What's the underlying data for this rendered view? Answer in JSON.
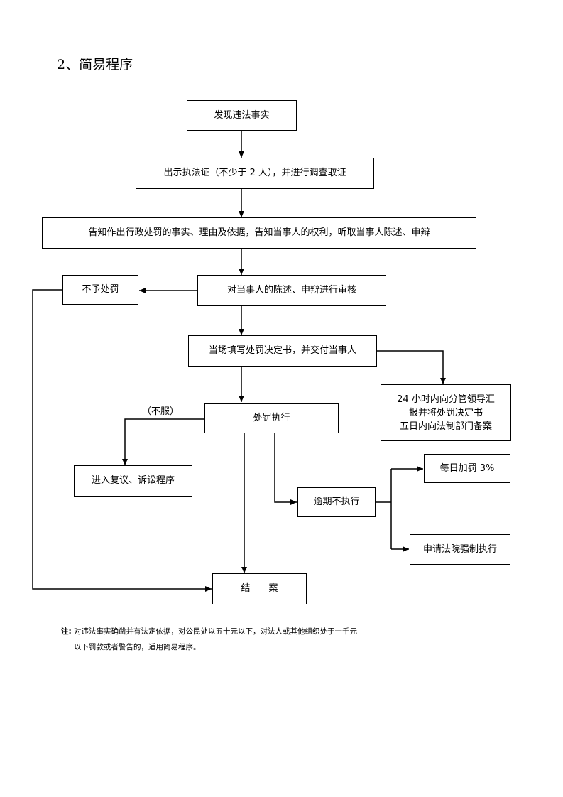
{
  "heading": "2、简易程序",
  "nodes": {
    "discover": "发现违法事实",
    "show_id": "出示执法证（不少于 2 人），并进行调查取证",
    "inform": "告知作出行政处罚的事实、理由及依据，告知当事人的权利，听取当事人陈述、申辩",
    "no_penalty": "不予处罚",
    "review": "对当事人的陈述、申辩进行审核",
    "fill_decision": "当场填写处罚决定书，并交付当事人",
    "report_line1": "24 小时内向分管领导汇",
    "report_line2": "报并将处罚决定书",
    "report_line3": "五日内向法制部门备案",
    "execute": "处罚执行",
    "not_accept": "（不服）",
    "appeal": "进入复议、诉讼程序",
    "overdue": "逾期不执行",
    "daily_fine": "每日加罚 3%",
    "court": "申请法院强制执行",
    "close": "结　　案"
  },
  "note": {
    "lead": "注:",
    "line1": "对违法事实确凿并有法定依据，对公民处以五十元以下，对法人或其他组织处于一千元",
    "line2": "以下罚款或者警告的，适用简易程序。"
  }
}
